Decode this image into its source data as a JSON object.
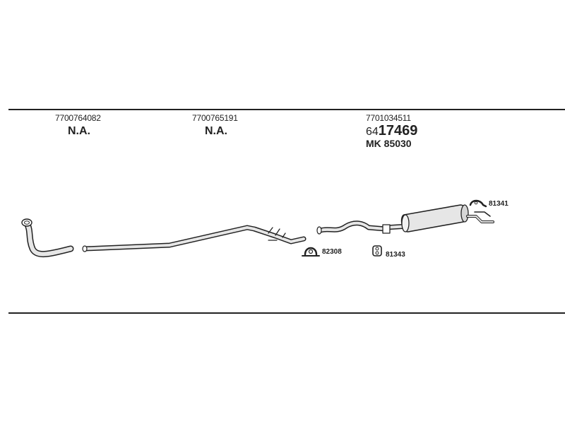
{
  "columns": [
    {
      "part_number": "7700764082",
      "code": "N.A."
    },
    {
      "part_number": "7700765191",
      "code": "N.A."
    },
    {
      "part_number": "7701034511",
      "code_prefix": "64",
      "code_main": "17469",
      "alt_code": "MK  85030"
    }
  ],
  "callouts": {
    "clamp": "82308",
    "rubber_mount": "81343",
    "rear_hanger": "81341"
  },
  "colors": {
    "line": "#222222",
    "part_fill": "#e6e6e6",
    "background": "#ffffff"
  }
}
